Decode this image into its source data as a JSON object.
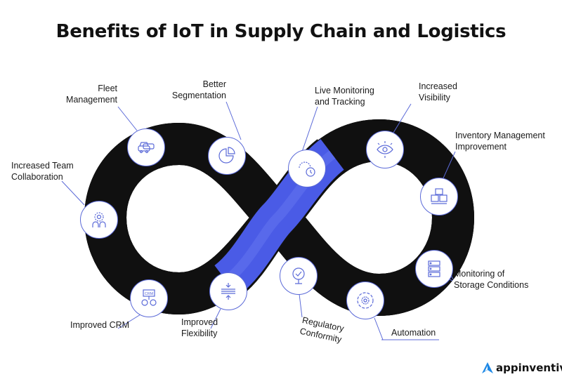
{
  "title": "Benefits of IoT in Supply Chain and Logistics",
  "colors": {
    "loop": "#4a5be6",
    "loop_highlight": "#6373ee",
    "outline": "#111111",
    "accent_line": "#5b6ad8",
    "logo": "#1e88e5"
  },
  "benefits": [
    {
      "label": "Fleet\nManagement",
      "icon": "cars-icon"
    },
    {
      "label": "Better\nSegmentation",
      "icon": "pie-chart-icon"
    },
    {
      "label": "Increased Team\nCollaboration",
      "icon": "team-gear-icon"
    },
    {
      "label": "Improved CRM",
      "icon": "crm-icon"
    },
    {
      "label": "Improved\nFlexibility",
      "icon": "flex-icon"
    },
    {
      "label": "Live Monitoring\nand Tracking",
      "icon": "tracking-icon"
    },
    {
      "label": "Increased\nVisibility",
      "icon": "eye-icon"
    },
    {
      "label": "Inventory Management\nImprovement",
      "icon": "boxes-icon"
    },
    {
      "label": "Monitoring of\nStorage Conditions",
      "icon": "server-icon"
    },
    {
      "label": "Automation",
      "icon": "gear-cycle-icon"
    },
    {
      "label": "Regulatory\nConformity",
      "icon": "compliance-icon"
    }
  ],
  "logo": {
    "text": "appinventiv"
  }
}
